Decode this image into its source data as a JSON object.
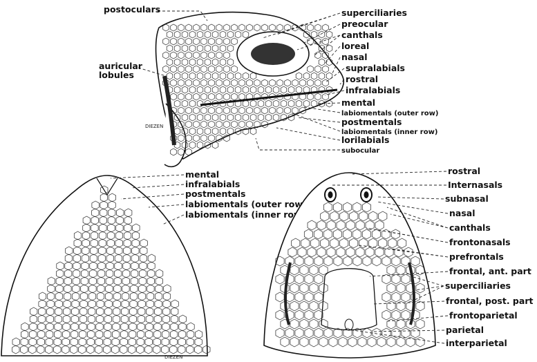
{
  "figure": {
    "side_view": {
      "labels_right": [
        "superciliaries",
        "preocular",
        "canthals",
        "loreal",
        "nasal",
        "supralabials",
        "rostral",
        "infralabials",
        "mental",
        "labiomentals (outer row)",
        "postmentals",
        "labiomentals (inner row)",
        "lorilabials",
        "subocular"
      ],
      "label_top": "postoculars",
      "label_left": "auricular lobules",
      "signature": "DIEZEN"
    },
    "ventral_view": {
      "labels": [
        "mental",
        "infralabials",
        "postmentals",
        "labiomentals (outer row)",
        "labiomentals (inner row)"
      ],
      "signature": "DIEZEN"
    },
    "dorsal_view": {
      "labels": [
        "rostral",
        "Internasals",
        "subnasal",
        "nasal",
        "canthals",
        "frontonasals",
        "prefrontals",
        "frontal, ant. part",
        "superciliaries",
        "frontal, post. part",
        "frontoparietal",
        "parietal",
        "interparietal"
      ]
    }
  }
}
